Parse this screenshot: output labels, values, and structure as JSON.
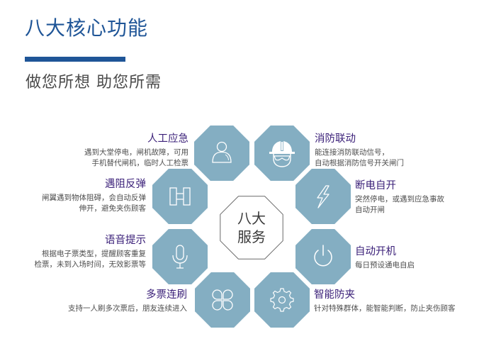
{
  "header": {
    "title": "八大核心功能",
    "subtitle": "做您所想 助您所需",
    "accent_color": "#1f5597"
  },
  "center": {
    "line1": "八大",
    "line2": "服务"
  },
  "colors": {
    "octagon": "#84aec2",
    "feature_heading": "#3a1f78",
    "feature_text": "#4e4e4e"
  },
  "features": [
    {
      "title": "人工应急",
      "lines": [
        "遇到大堂停电，闸机故障，可用",
        "手机替代闸机，临时人工检票"
      ],
      "icon": "person-icon"
    },
    {
      "title": "消防联动",
      "lines": [
        "能连接消防联动信号，",
        "自动根据消防信号开关闸门"
      ],
      "icon": "fire-helmet-icon"
    },
    {
      "title": "遇阻反弹",
      "lines": [
        "闸翼遇到物体阻碍，会自动反弹",
        "伸开，避免夹伤顾客"
      ],
      "icon": "gate-icon"
    },
    {
      "title": "断电自开",
      "lines": [
        "突然停电，或遇到应急事故",
        "自动开闸"
      ],
      "icon": "lightning-icon"
    },
    {
      "title": "语音提示",
      "lines": [
        "根据电子票类型，提醒顾客重复",
        "检票，未到入场时间，无效影票等"
      ],
      "icon": "microphone-icon"
    },
    {
      "title": "自动开机",
      "lines": [
        "每日预设通电自启"
      ],
      "icon": "power-icon"
    },
    {
      "title": "多票连刷",
      "lines": [
        "支持一人刷多次票后，朋友连续进入"
      ],
      "icon": "clover-icon"
    },
    {
      "title": "智能防夹",
      "lines": [
        "针对特殊群体，能智能判断，防止夹伤顾客"
      ],
      "icon": "gear-icon"
    }
  ]
}
